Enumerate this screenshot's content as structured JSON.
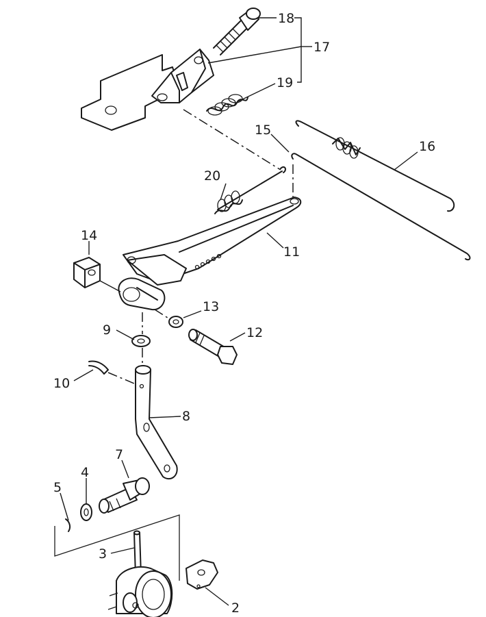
{
  "callouts": {
    "p2": "2",
    "p3": "3",
    "p4": "4",
    "p5": "5",
    "p7": "7",
    "p8": "8",
    "p9": "9",
    "p10": "10",
    "p11": "11",
    "p12": "12",
    "p13": "13",
    "p14": "14",
    "p15": "15",
    "p16": "16",
    "p17": "17",
    "p18": "18",
    "p19": "19",
    "p20": "20"
  }
}
